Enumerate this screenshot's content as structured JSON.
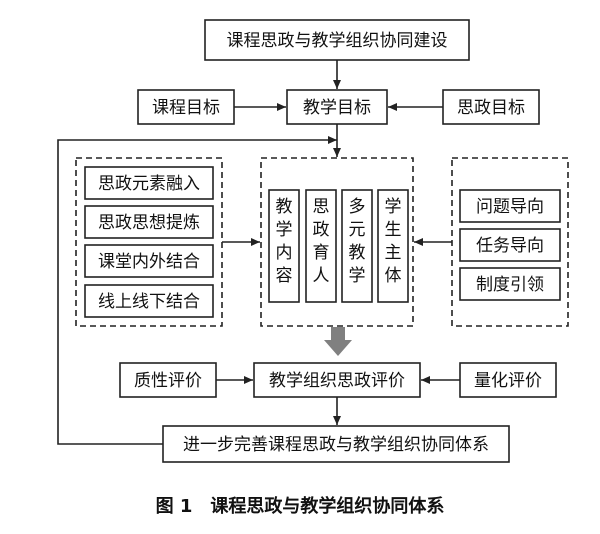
{
  "top_title": "课程思政与教学组织协同建设",
  "row2": {
    "left": "课程目标",
    "center": "教学目标",
    "right": "思政目标"
  },
  "left_group": [
    "思政元素融入",
    "思政思想提炼",
    "课堂内外结合",
    "线上线下结合"
  ],
  "center_group": [
    "教学内容",
    "思政育人",
    "多元教学",
    "学生主体"
  ],
  "right_group": [
    "问题导向",
    "任务导向",
    "制度引领"
  ],
  "evaluation": {
    "left": "质性评价",
    "center": "教学组织思政评价",
    "right": "量化评价"
  },
  "bottom": "进一步完善课程思政与教学组织协同体系",
  "caption": "图 1　课程思政与教学组织协同体系",
  "colors": {
    "line": "#222222",
    "grey_arrow": "#808080"
  }
}
